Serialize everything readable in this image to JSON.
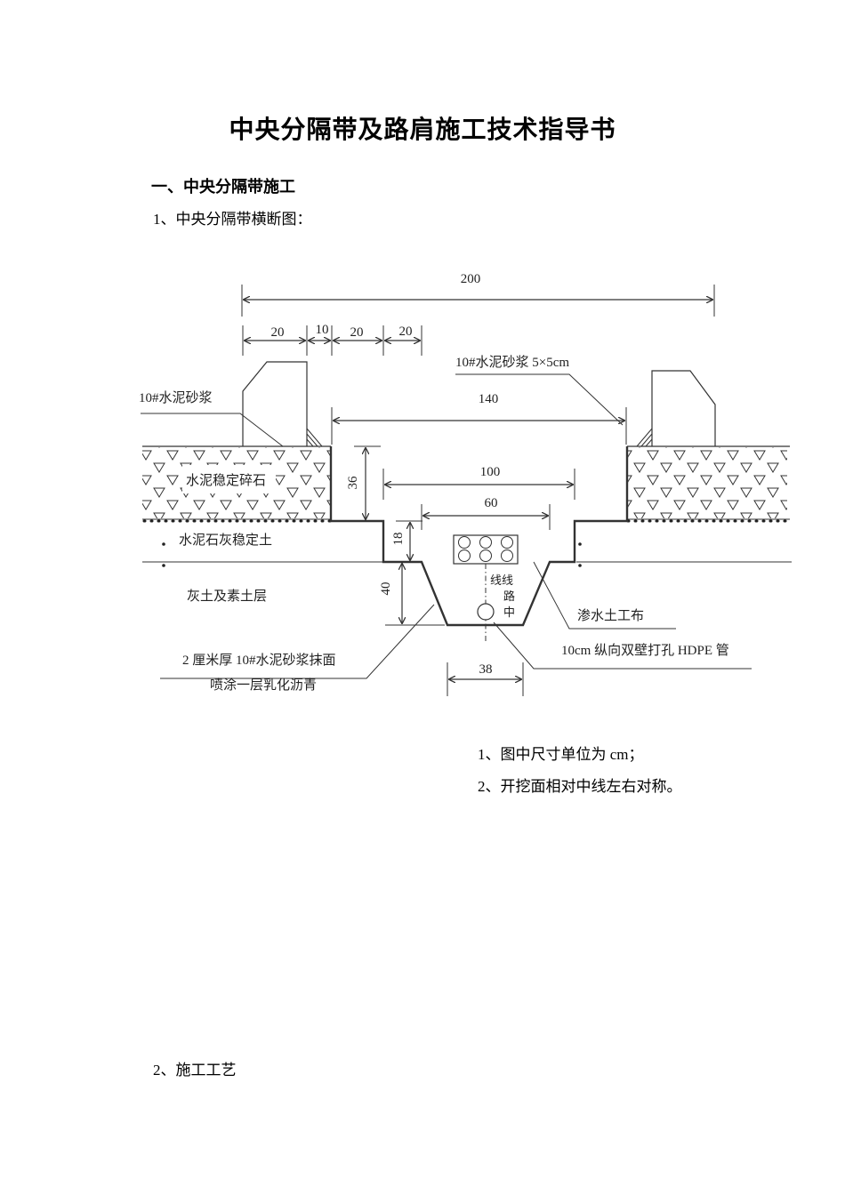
{
  "title": "中央分隔带及路肩施工技术指导书",
  "section1": {
    "heading": "一、中央分隔带施工",
    "item1": "1、中央分隔带横断图："
  },
  "diagram": {
    "dims": {
      "total": "200",
      "d20a": "20",
      "d10": "10",
      "d20b": "20",
      "d20c": "20",
      "d140": "140",
      "d100": "100",
      "d60": "60",
      "d36": "36",
      "d18": "18",
      "d40": "40",
      "d38": "38"
    },
    "labels": {
      "mortar_top_right": "10#水泥砂浆 5×5cm",
      "mortar_left": "10#水泥砂浆",
      "gravel": "水泥稳定碎石",
      "lime_soil": "水泥石灰稳定土",
      "ash_soil": "灰土及素土层",
      "road_center_1": "线线",
      "road_center_2": "路",
      "road_center_3": "中",
      "geotextile": "渗水土工布",
      "plaster_1": "2 厘米厚 10#水泥砂浆抹面",
      "plaster_2": "喷涂一层乳化沥青",
      "hdpe": "10cm 纵向双壁打孔 HDPE 管"
    }
  },
  "notes": {
    "n1": "1、图中尺寸单位为 cm；",
    "n2": "2、开挖面相对中线左右对称。"
  },
  "item2": "2、施工工艺"
}
